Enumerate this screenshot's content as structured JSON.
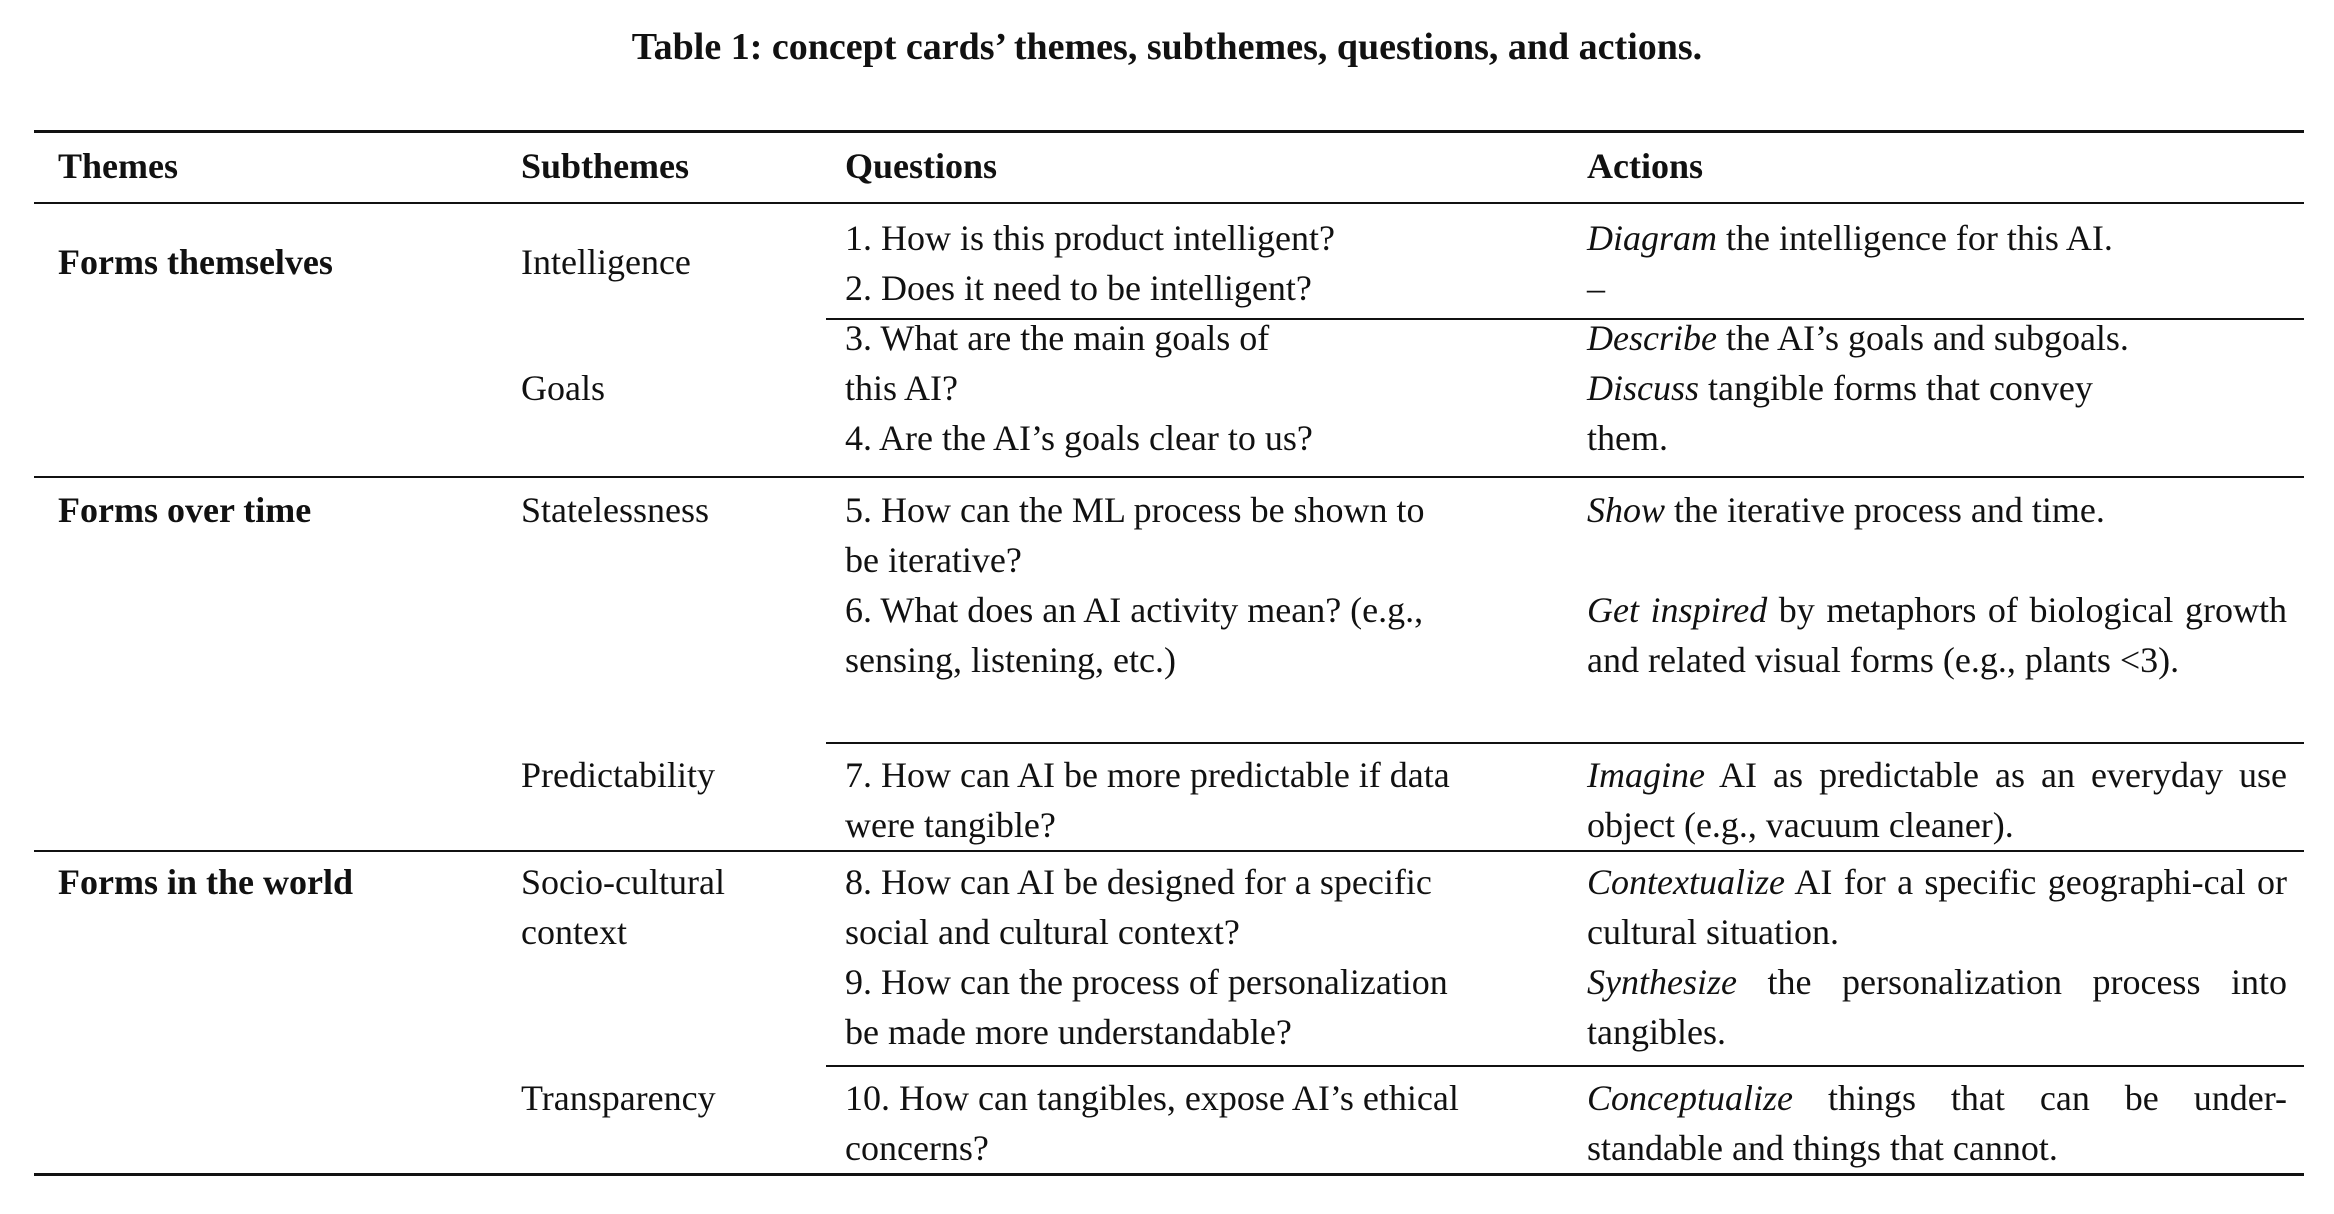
{
  "caption": "Table 1: concept cards’ themes, subthemes, questions, and actions.",
  "headers": {
    "themes": "Themes",
    "subthemes": "Subthemes",
    "questions": "Questions",
    "actions": "Actions"
  },
  "themes": {
    "t1": "Forms themselves",
    "t2": "Forms over time",
    "t3": "Forms in the world"
  },
  "subthemes": {
    "intelligence": "Intelligence",
    "goals": "Goals",
    "statelessness": "Statelessness",
    "predictability": "Predictability",
    "socio_l1": "Socio-cultural",
    "socio_l2": "context",
    "transparency": "Transparency"
  },
  "questions": {
    "q1": "1. How is this product intelligent?",
    "q2": "2. Does it need to be intelligent?",
    "q3_l1": "3. What are the main goals of",
    "q3_l2": "this AI?",
    "q4": "4. Are the AI’s goals clear to us?",
    "q5_l1": "5. How can the ML process be shown to",
    "q5_l2": "be iterative?",
    "q6_l1": "6. What does an AI activity mean? (e.g.,",
    "q6_l2": "sensing, listening, etc.)",
    "q7_l1": "7. How can AI be more predictable if data",
    "q7_l2": "were tangible?",
    "q8_l1": "8. How can AI be designed for a specific",
    "q8_l2": "social and cultural context?",
    "q9_l1": "9. How can the process of personalization",
    "q9_l2": "be made more understandable?",
    "q10_l1": "10. How can tangibles, expose AI’s ethical",
    "q10_l2": "concerns?"
  },
  "actions": {
    "a1_verb": "Diagram",
    "a1_rest": " the intelligence for this AI.",
    "a2": "–",
    "a3_verb": "Describe",
    "a3_rest": " the AI’s goals and subgoals.",
    "a4_verb": "Discuss",
    "a4_rest": " tangible forms that convey",
    "a4_l2": "them.",
    "a5_verb": "Show",
    "a5_rest": " the iterative process and time.",
    "a6_verb": "Get inspired",
    "a6_rest": " by metaphors of biological growth and related visual forms (e.g., plants <3).",
    "a7_verb": "Imagine",
    "a7_rest": " AI as predictable as an everyday use object (e.g., vacuum cleaner).",
    "a8_verb": "Contextualize",
    "a8_rest": " AI for a specific geographi-cal or cultural situation.",
    "a9_verb": "Synthesize",
    "a9_rest": " the personalization process into tangibles.",
    "a10_verb": "Conceptualize",
    "a10_rest": " things that can be under-standable and things that cannot."
  }
}
